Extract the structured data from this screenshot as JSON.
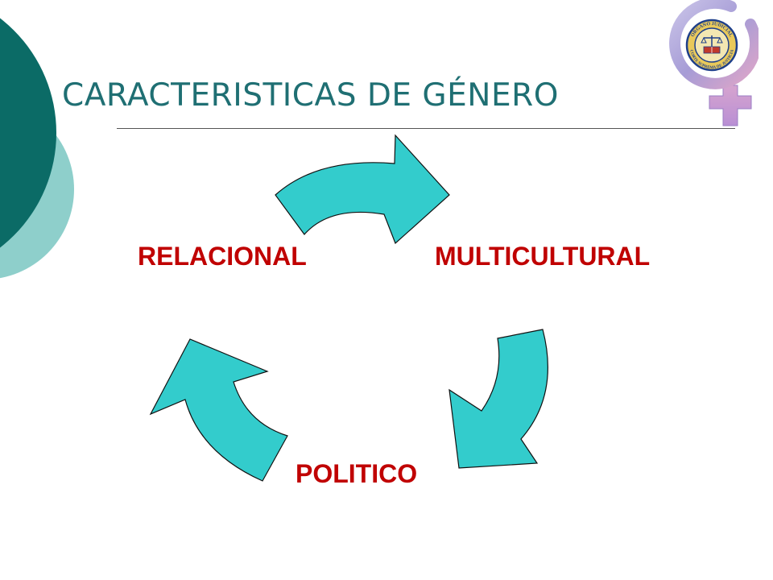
{
  "slide": {
    "title": "CARACTERISTICAS DE GÉNERO"
  },
  "diagram": {
    "type": "cycle",
    "nodes": [
      {
        "label": "MULTICULTURAL"
      },
      {
        "label": "POLITICO"
      },
      {
        "label": "RELACIONAL"
      }
    ],
    "colors": {
      "arrow_fill": "#33cccc",
      "arrow_stroke": "#111111",
      "label": "#c00000"
    }
  },
  "theme": {
    "accent_dark": "#0b6b66",
    "accent_light": "#8ecfcb",
    "title_color": "#1f6f73"
  },
  "logo": {
    "name": "gender-symbol-logo",
    "ring_text_top": "ORGANO JUDICIAL",
    "ring_text_bottom": "CORTE SUPREMA DE JUSTICIA"
  }
}
